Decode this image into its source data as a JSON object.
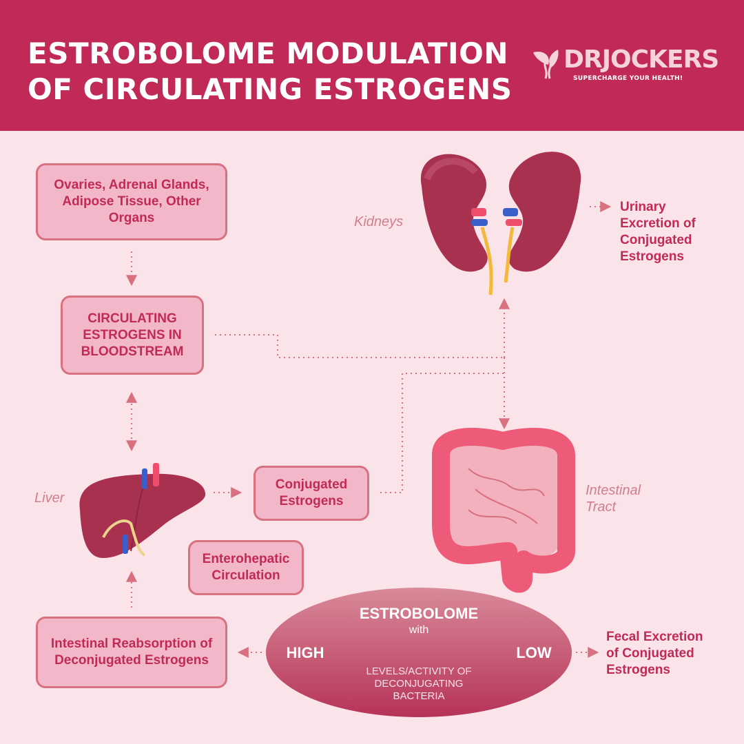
{
  "header": {
    "title_line1": "ESTROBOLOME MODULATION",
    "title_line2": "OF CIRCULATING ESTROGENS",
    "logo_name": "DRJOCKERS",
    "logo_tagline": "SUPERCHARGE YOUR HEALTH!"
  },
  "boxes": {
    "sources": "Ovaries, Adrenal Glands, Adipose Tissue, Other Organs",
    "circulating": "CIRCULATING ESTROGENS IN BLOODSTREAM",
    "conjugated": "Conjugated Estrogens",
    "enterohepatic": "Enterohepatic Circulation",
    "reabsorption": "Intestinal Reabsorption of Deconjugated Estrogens"
  },
  "labels": {
    "kidneys": "Kidneys",
    "liver": "Liver",
    "intestinal_tract": "Intestinal Tract"
  },
  "outputs": {
    "urinary": "Urinary Excretion of Conjugated Estrogens",
    "fecal": "Fecal Excretion of Conjugated Estrogens"
  },
  "estrobolome": {
    "title": "ESTROBOLOME",
    "with": "with",
    "high": "HIGH",
    "low": "LOW",
    "subtitle": "LEVELS/ACTIVITY OF DECONJUGATING BACTERIA"
  },
  "colors": {
    "header_bg": "#c12a57",
    "page_bg": "#fbe3ea",
    "box_fill": "#f2b7c9",
    "box_border": "#d9707f",
    "text_accent": "#c12a57",
    "arrow": "#d9707f",
    "organ": "#a8314f"
  }
}
